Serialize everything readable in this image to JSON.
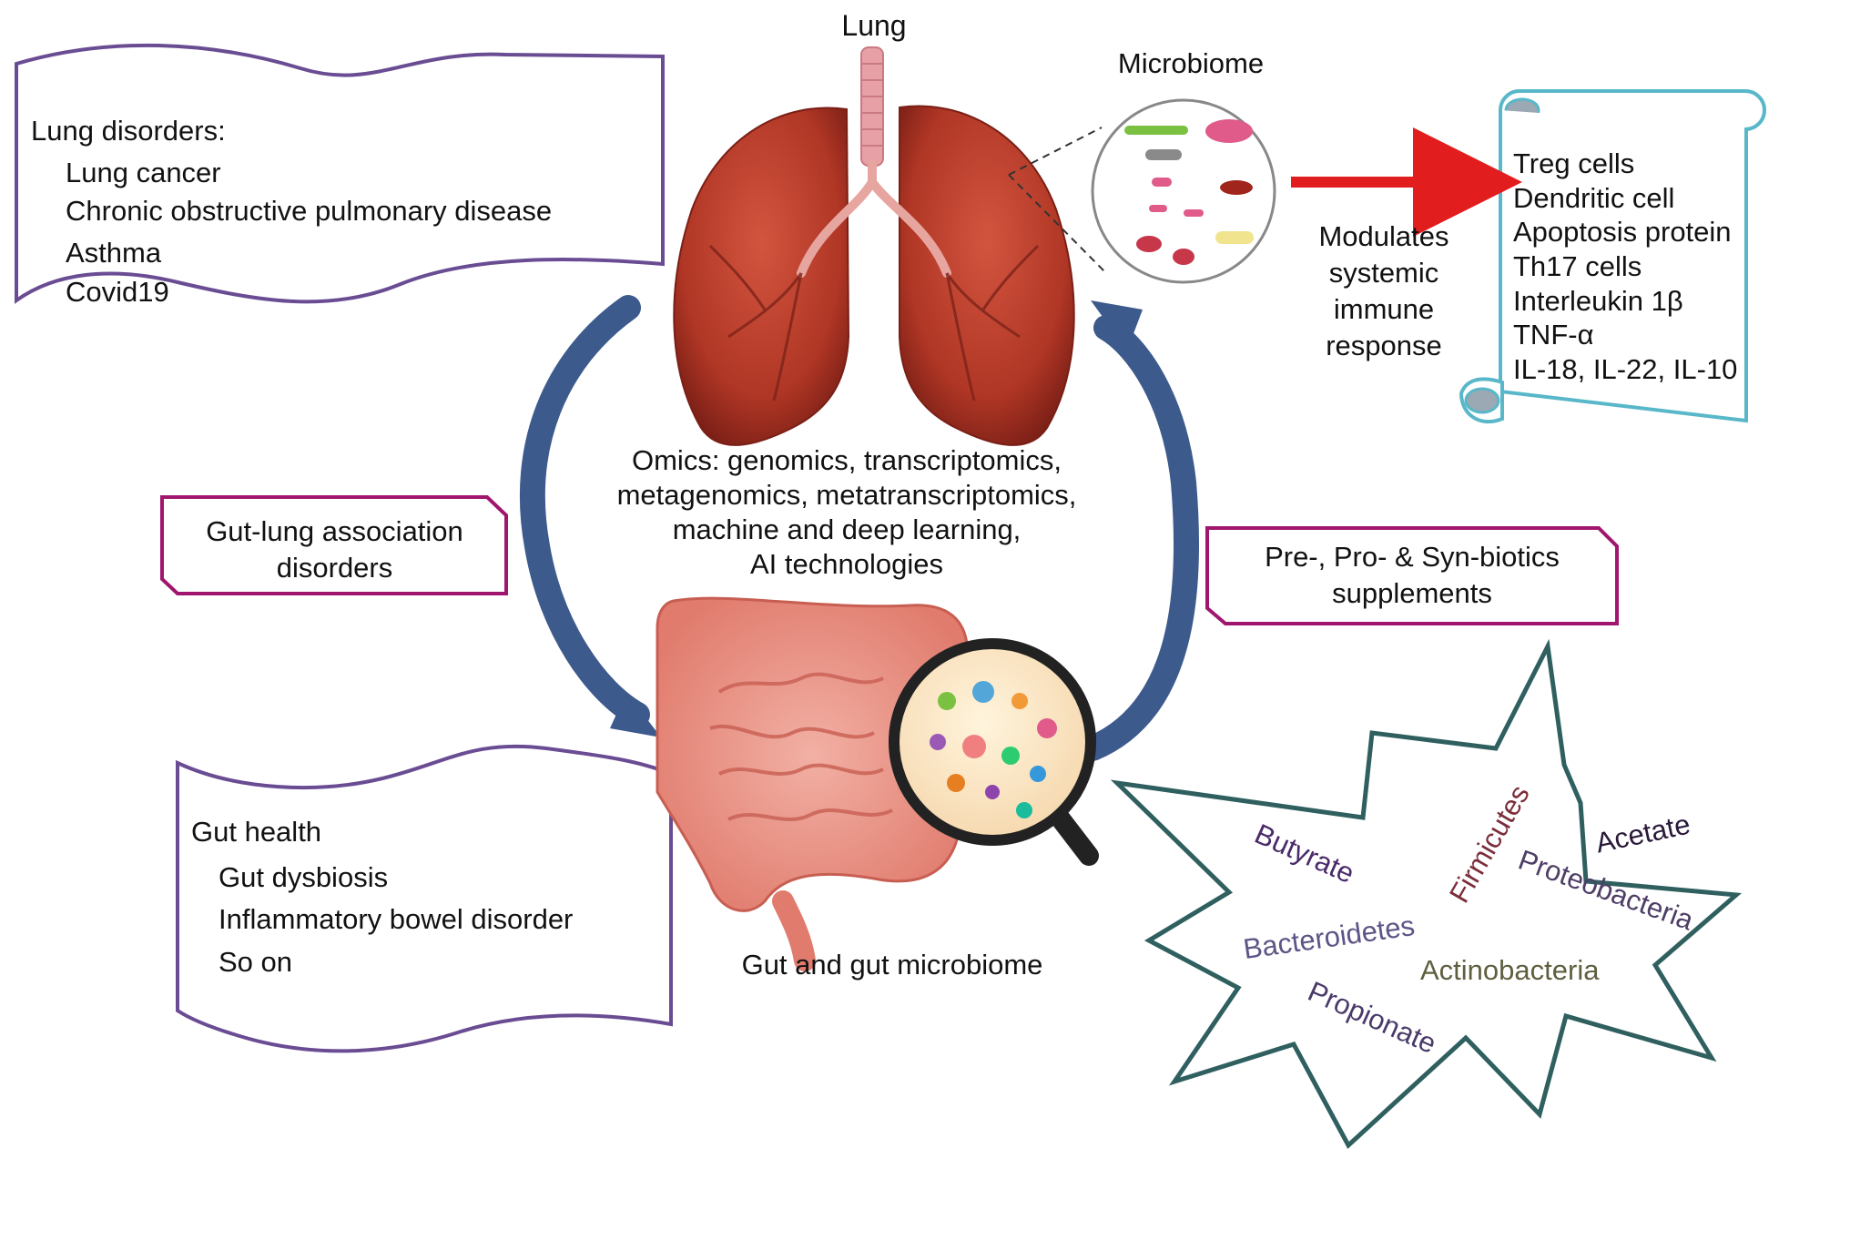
{
  "lung": {
    "title": "Lung"
  },
  "microbiome": {
    "title": "Microbiome",
    "modulates_lines": [
      "Modulates",
      "systemic",
      "immune",
      "response"
    ]
  },
  "lung_disorders": {
    "heading": "Lung disorders:",
    "items": [
      "Lung cancer",
      "Chronic obstructive pulmonary disease",
      "Asthma",
      "Covid19"
    ]
  },
  "immune_scroll": {
    "items": [
      "Treg cells",
      "Dendritic cell",
      "Apoptosis protein",
      "Th17 cells",
      "Interleukin 1β",
      "TNF-α",
      "IL-18, IL-22, IL-10"
    ]
  },
  "omics": {
    "lines": [
      "Omics: genomics, transcriptomics,",
      "metagenomics, metatranscriptomics,",
      "machine and deep learning,",
      "AI technologies"
    ]
  },
  "gut_lung_box": {
    "lines": [
      "Gut-lung association",
      "disorders"
    ]
  },
  "biotics_box": {
    "lines": [
      "Pre-, Pro- & Syn-biotics",
      "supplements"
    ]
  },
  "gut_health": {
    "heading": "Gut health",
    "items": [
      "Gut dysbiosis",
      "Inflammatory bowel disorder",
      "So on"
    ]
  },
  "gut": {
    "caption": "Gut and gut microbiome"
  },
  "star_terms": {
    "butyrate": "Butyrate",
    "firmicutes": "Firmicutes",
    "acetate": "Acetate",
    "proteobacteria": "Proteobacteria",
    "bacteroidetes": "Bacteroidetes",
    "actinobacteria": "Actinobacteria",
    "propionate": "Propionate"
  },
  "colors": {
    "scroll_purple": "#6a4c93",
    "scroll_teal": "#58b7c9",
    "box_magenta": "#a0166e",
    "star_outline": "#2f5f5f",
    "arrow_blue": "#3d5a8c",
    "arrow_red": "#e11d1d",
    "lung_red": "#b63a2c",
    "gut_pink": "#e9897e"
  }
}
